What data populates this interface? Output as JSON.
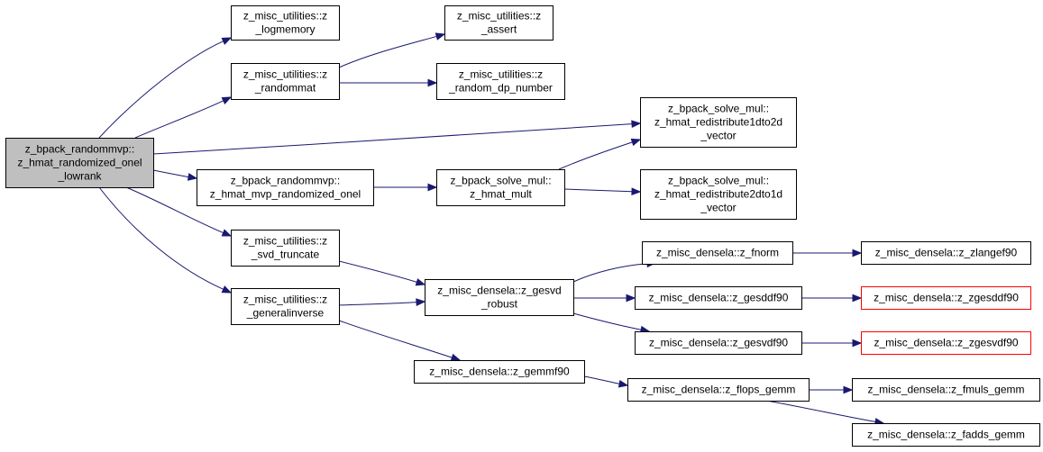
{
  "colors": {
    "edge": "#191970",
    "root_fill": "#bfbfbf",
    "node_fill": "#ffffff",
    "node_border": "#000000",
    "truncated_border": "#ff0000"
  },
  "nodes": {
    "root": {
      "lines": [
        "z_bpack_randommvp::",
        "z_hmat_randomized_onel",
        "_lowrank"
      ]
    },
    "logmemory": {
      "lines": [
        "z_misc_utilities::z",
        "_logmemory"
      ]
    },
    "randommat": {
      "lines": [
        "z_misc_utilities::z",
        "_randommat"
      ]
    },
    "assert": {
      "lines": [
        "z_misc_utilities::z",
        "_assert"
      ]
    },
    "random_dp_number": {
      "lines": [
        "z_misc_utilities::z",
        "_random_dp_number"
      ]
    },
    "redistribute1dto2d": {
      "lines": [
        "z_bpack_solve_mul::",
        "z_hmat_redistribute1dto2d",
        "_vector"
      ]
    },
    "mvp_randomized_onel": {
      "lines": [
        "z_bpack_randommvp::",
        "z_hmat_mvp_randomized_onel"
      ]
    },
    "hmat_mult": {
      "lines": [
        "z_bpack_solve_mul::",
        "z_hmat_mult"
      ]
    },
    "redistribute2dto1d": {
      "lines": [
        "z_bpack_solve_mul::",
        "z_hmat_redistribute2dto1d",
        "_vector"
      ]
    },
    "svd_truncate": {
      "lines": [
        "z_misc_utilities::z",
        "_svd_truncate"
      ]
    },
    "generalinverse": {
      "lines": [
        "z_misc_utilities::z",
        "_generalinverse"
      ]
    },
    "gesvd_robust": {
      "lines": [
        "z_misc_densela::z_gesvd",
        "_robust"
      ]
    },
    "fnorm": {
      "lines": [
        "z_misc_densela::z_fnorm"
      ]
    },
    "zlangef90": {
      "lines": [
        "z_misc_densela::z_zlangef90"
      ]
    },
    "gesddf90": {
      "lines": [
        "z_misc_densela::z_gesddf90"
      ]
    },
    "zgesddf90": {
      "lines": [
        "z_misc_densela::z_zgesddf90"
      ]
    },
    "gesvdf90": {
      "lines": [
        "z_misc_densela::z_gesvdf90"
      ]
    },
    "zgesvdf90": {
      "lines": [
        "z_misc_densela::z_zgesvdf90"
      ]
    },
    "gemmf90": {
      "lines": [
        "z_misc_densela::z_gemmf90"
      ]
    },
    "flops_gemm": {
      "lines": [
        "z_misc_densela::z_flops_gemm"
      ]
    },
    "fmuls_gemm": {
      "lines": [
        "z_misc_densela::z_fmuls_gemm"
      ]
    },
    "fadds_gemm": {
      "lines": [
        "z_misc_densela::z_fadds_gemm"
      ]
    }
  },
  "edges": [
    [
      "root",
      "logmemory"
    ],
    [
      "root",
      "randommat"
    ],
    [
      "root",
      "redistribute1dto2d"
    ],
    [
      "root",
      "mvp_randomized_onel"
    ],
    [
      "root",
      "svd_truncate"
    ],
    [
      "root",
      "generalinverse"
    ],
    [
      "randommat",
      "assert"
    ],
    [
      "randommat",
      "random_dp_number"
    ],
    [
      "mvp_randomized_onel",
      "hmat_mult"
    ],
    [
      "hmat_mult",
      "redistribute1dto2d"
    ],
    [
      "hmat_mult",
      "redistribute2dto1d"
    ],
    [
      "svd_truncate",
      "gesvd_robust"
    ],
    [
      "generalinverse",
      "gesvd_robust"
    ],
    [
      "generalinverse",
      "gemmf90"
    ],
    [
      "gesvd_robust",
      "fnorm"
    ],
    [
      "gesvd_robust",
      "gesddf90"
    ],
    [
      "gesvd_robust",
      "gesvdf90"
    ],
    [
      "fnorm",
      "zlangef90"
    ],
    [
      "gesddf90",
      "zgesddf90"
    ],
    [
      "gesvdf90",
      "zgesvdf90"
    ],
    [
      "gemmf90",
      "flops_gemm"
    ],
    [
      "flops_gemm",
      "fmuls_gemm"
    ],
    [
      "flops_gemm",
      "fadds_gemm"
    ]
  ]
}
